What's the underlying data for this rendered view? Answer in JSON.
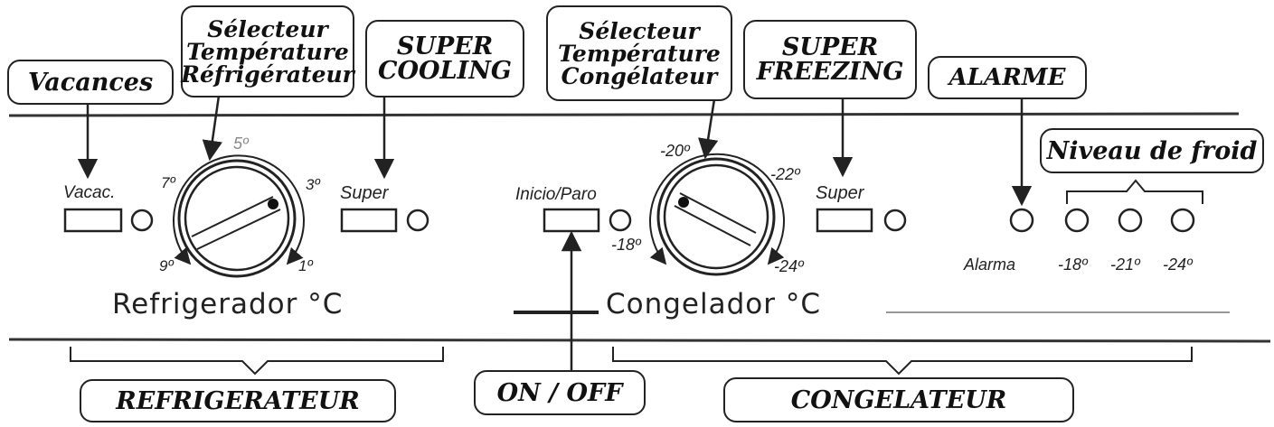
{
  "callouts": {
    "vacances": "Vacances",
    "selecteur_refrigerateur": [
      "Sélecteur",
      "Température",
      "Réfrigérateur"
    ],
    "super_cooling": [
      "SUPER",
      "COOLING"
    ],
    "selecteur_congelateur": [
      "Sélecteur",
      "Température",
      "Congélateur"
    ],
    "super_freezing": [
      "SUPER",
      "FREEZING"
    ],
    "alarme": "ALARME",
    "niveau_de_froid": "Niveau de froid",
    "refrigerateur": "REFRIGERATEUR",
    "on_off": "ON / OFF",
    "congelateur": "CONGELATEUR"
  },
  "panel": {
    "vacac_label": "Vacac.",
    "super_left_label": "Super",
    "inicio_paro_label": "Inicio/Paro",
    "super_right_label": "Super",
    "alarma_label": "Alarma",
    "refrigerador_title": "Refrigerador °C",
    "congelador_title": "Congelador °C"
  },
  "fridge_dial": {
    "marks": [
      "5º",
      "7º",
      "3º",
      "9º",
      "1º"
    ]
  },
  "freezer_dial": {
    "marks": [
      "-20º",
      "-22º",
      "-18º",
      "-24º"
    ]
  },
  "cold_levels": [
    "-18º",
    "-21º",
    "-24º"
  ],
  "colors": {
    "ink": "#222222",
    "panel_line": "#333333",
    "mark_grey": "#888888"
  }
}
